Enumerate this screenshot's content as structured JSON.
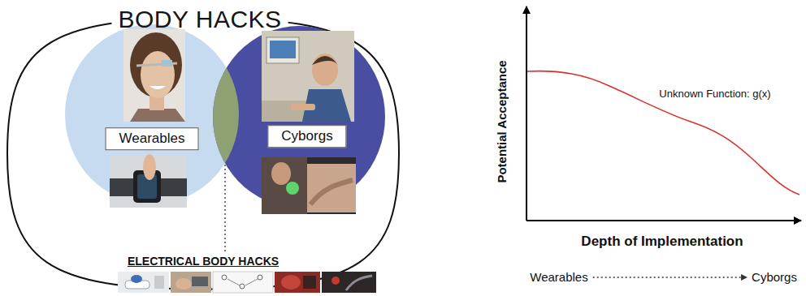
{
  "diagram": {
    "nodes": [
      {
        "text": [
          "BODY HACKS"
        ]
      },
      {
        "text": [
          "Wearables"
        ],
        "in": 0
      },
      {
        "text": [
          "Cyborgs"
        ],
        "in": 0
      }
    ],
    "labels": [
      "ELECTRICAL BODY HACKS",
      "Potential Acceptance",
      "Unknown Function: g(x)",
      "Depth of Implementation",
      "Wearables",
      "Cyborgs"
    ]
  }
}
